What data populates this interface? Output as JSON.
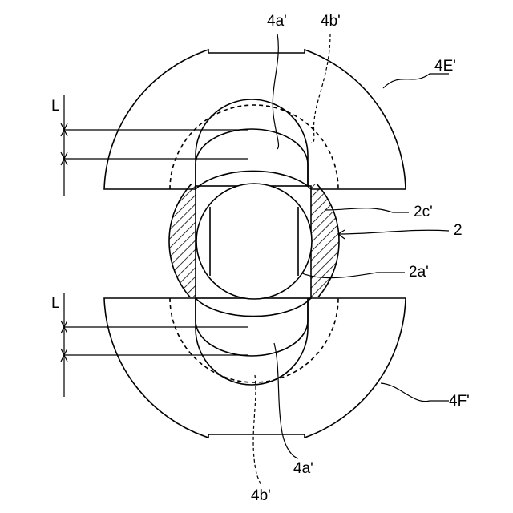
{
  "labels": {
    "top_4a": "4a'",
    "top_4b": "4b'",
    "top_4E": "4E'",
    "top_L": "L",
    "mid_2c": "2c'",
    "mid_2": "2",
    "mid_2a": "2a'",
    "bot_L": "L",
    "bot_4F": "4F'",
    "bot_4a": "4a'",
    "bot_4b": "4b'"
  },
  "colors": {
    "stroke": "#000000",
    "background": "#ffffff"
  }
}
